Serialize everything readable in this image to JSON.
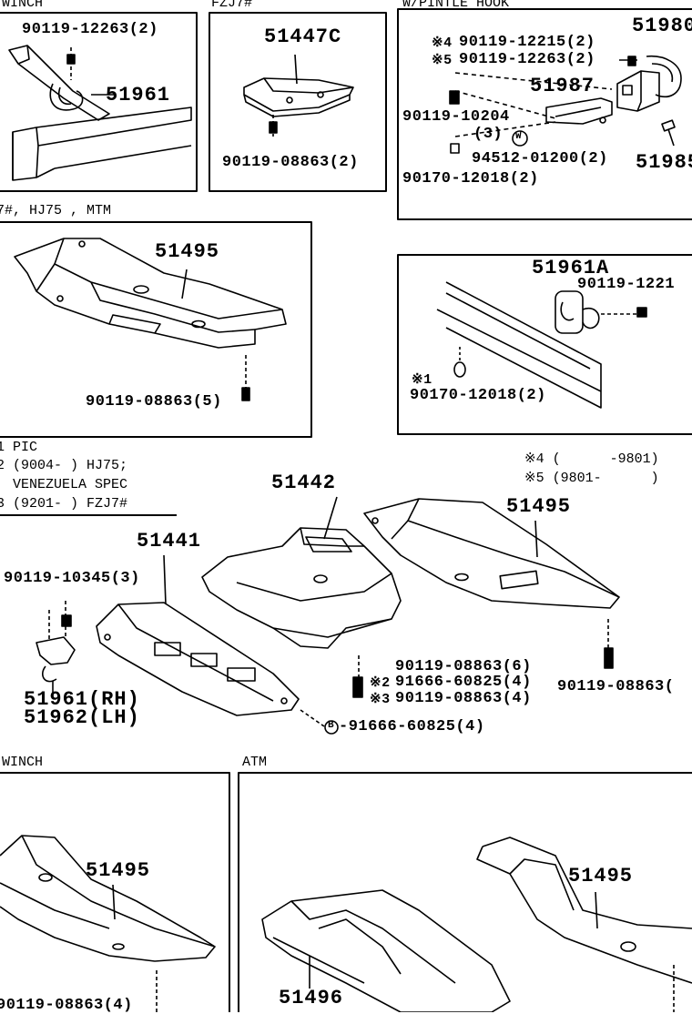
{
  "panels": {
    "winch_top": {
      "header": "WINCH",
      "bolt": "90119-12263(2)",
      "part": "51961"
    },
    "fzj7": {
      "header": "FZJ7#",
      "part": "51447C",
      "bolt": "90119-08863(2)"
    },
    "pintle": {
      "header": "W/PINTLE HOOK",
      "part_a": "51980",
      "bolt_a_mark": "※4",
      "bolt_a": "90119-12215(2)",
      "bolt_b_mark": "※5",
      "bolt_b": "90119-12263(2)",
      "part_b": "51987",
      "bolt_c": "90119-10204",
      "bolt_c_qty": "(3)",
      "washer_mark": "W",
      "nut": "94512-01200(2)",
      "part_c": "51985",
      "nut2": "90170-12018(2)"
    },
    "hj75": {
      "header": "7#, HJ75 , MTM",
      "part": "51495",
      "bolt": "90119-08863(5)"
    },
    "hook_box": {
      "part": "51961A",
      "bolt": "90119-1221",
      "nut_mark": "※1",
      "nut": "90170-12018(2)"
    },
    "winch_bottom": {
      "header": "WINCH",
      "part": "51495",
      "bolt": "90119-08863(4)"
    },
    "atm": {
      "header": "ATM",
      "part_left": "51496",
      "part_right": "51495"
    }
  },
  "notes": {
    "n1": "1 PIC",
    "n2": "2 (9004-      ) HJ75;",
    "n2b": "  VENEZUELA SPEC",
    "n3": "3 (9201-      ) FZJ7#",
    "n4": "※4 (      -9801)",
    "n5": "※5 (9801-      )"
  },
  "main": {
    "p51442": "51442",
    "p51441": "51441",
    "p51495": "51495",
    "bolt_left": "90119-10345(3)",
    "hook_rh": "51961(RH)",
    "hook_lh": "51962(LH)",
    "bolt_6": "90119-08863(6)",
    "mark2": "※2",
    "bolt_91666": "91666-60825(4)",
    "mark3": "※3",
    "bolt_4": "90119-08863(4)",
    "b_mark": "B",
    "bolt_b": "-91666-60825(4)",
    "bolt_right": "90119-08863("
  }
}
